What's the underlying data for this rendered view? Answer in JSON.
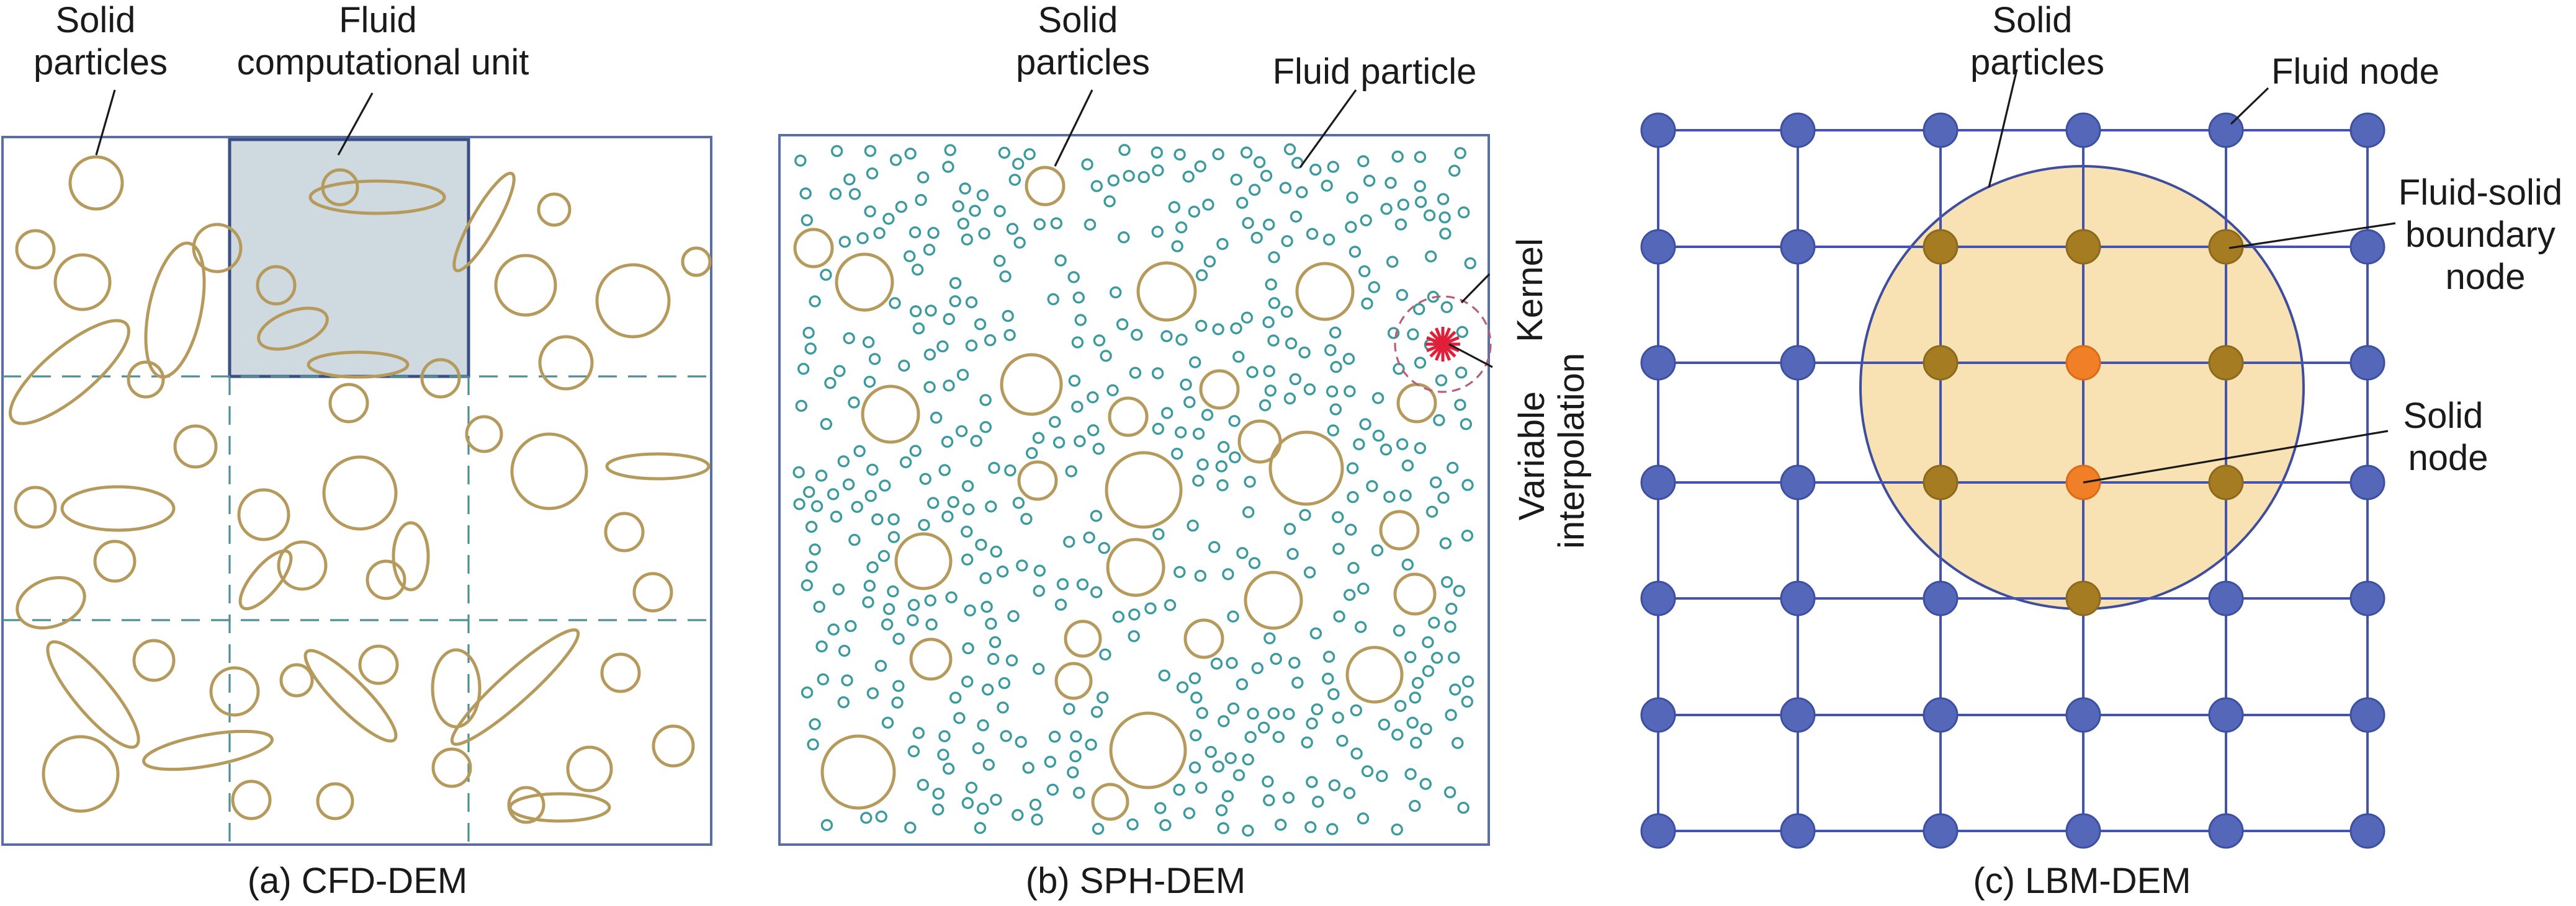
{
  "panels": {
    "cfd": {
      "caption": "(a) CFD-DEM",
      "label_solid": [
        "Solid",
        "particles"
      ],
      "label_unit": [
        "Fluid",
        "computational unit"
      ]
    },
    "sph": {
      "caption": "(b) SPH-DEM",
      "label_solid": [
        "Solid",
        "particles"
      ],
      "label_fluid": "Fluid particle",
      "label_kernel": "Kernel",
      "label_interp": [
        "Variable",
        "interpolation"
      ]
    },
    "lbm": {
      "caption": "(c) LBM-DEM",
      "label_solid": [
        "Solid",
        "particles"
      ],
      "label_fluid_node": "Fluid node",
      "label_boundary": [
        "Fluid-solid",
        "boundary",
        "node"
      ],
      "label_solid_node": [
        "Solid",
        "node"
      ]
    }
  },
  "colors": {
    "frame": "#5a6fa6",
    "solid_particle": "#b59a5c",
    "fluid_particle": "#3b9aa0",
    "unit_fill": "#cfd9e0",
    "fluid_node": "#5467b8",
    "boundary_node": "#a57c22",
    "solid_node": "#f07f28",
    "solid_region": "#f8e2b4",
    "kernel_marker": "#e0203a"
  }
}
